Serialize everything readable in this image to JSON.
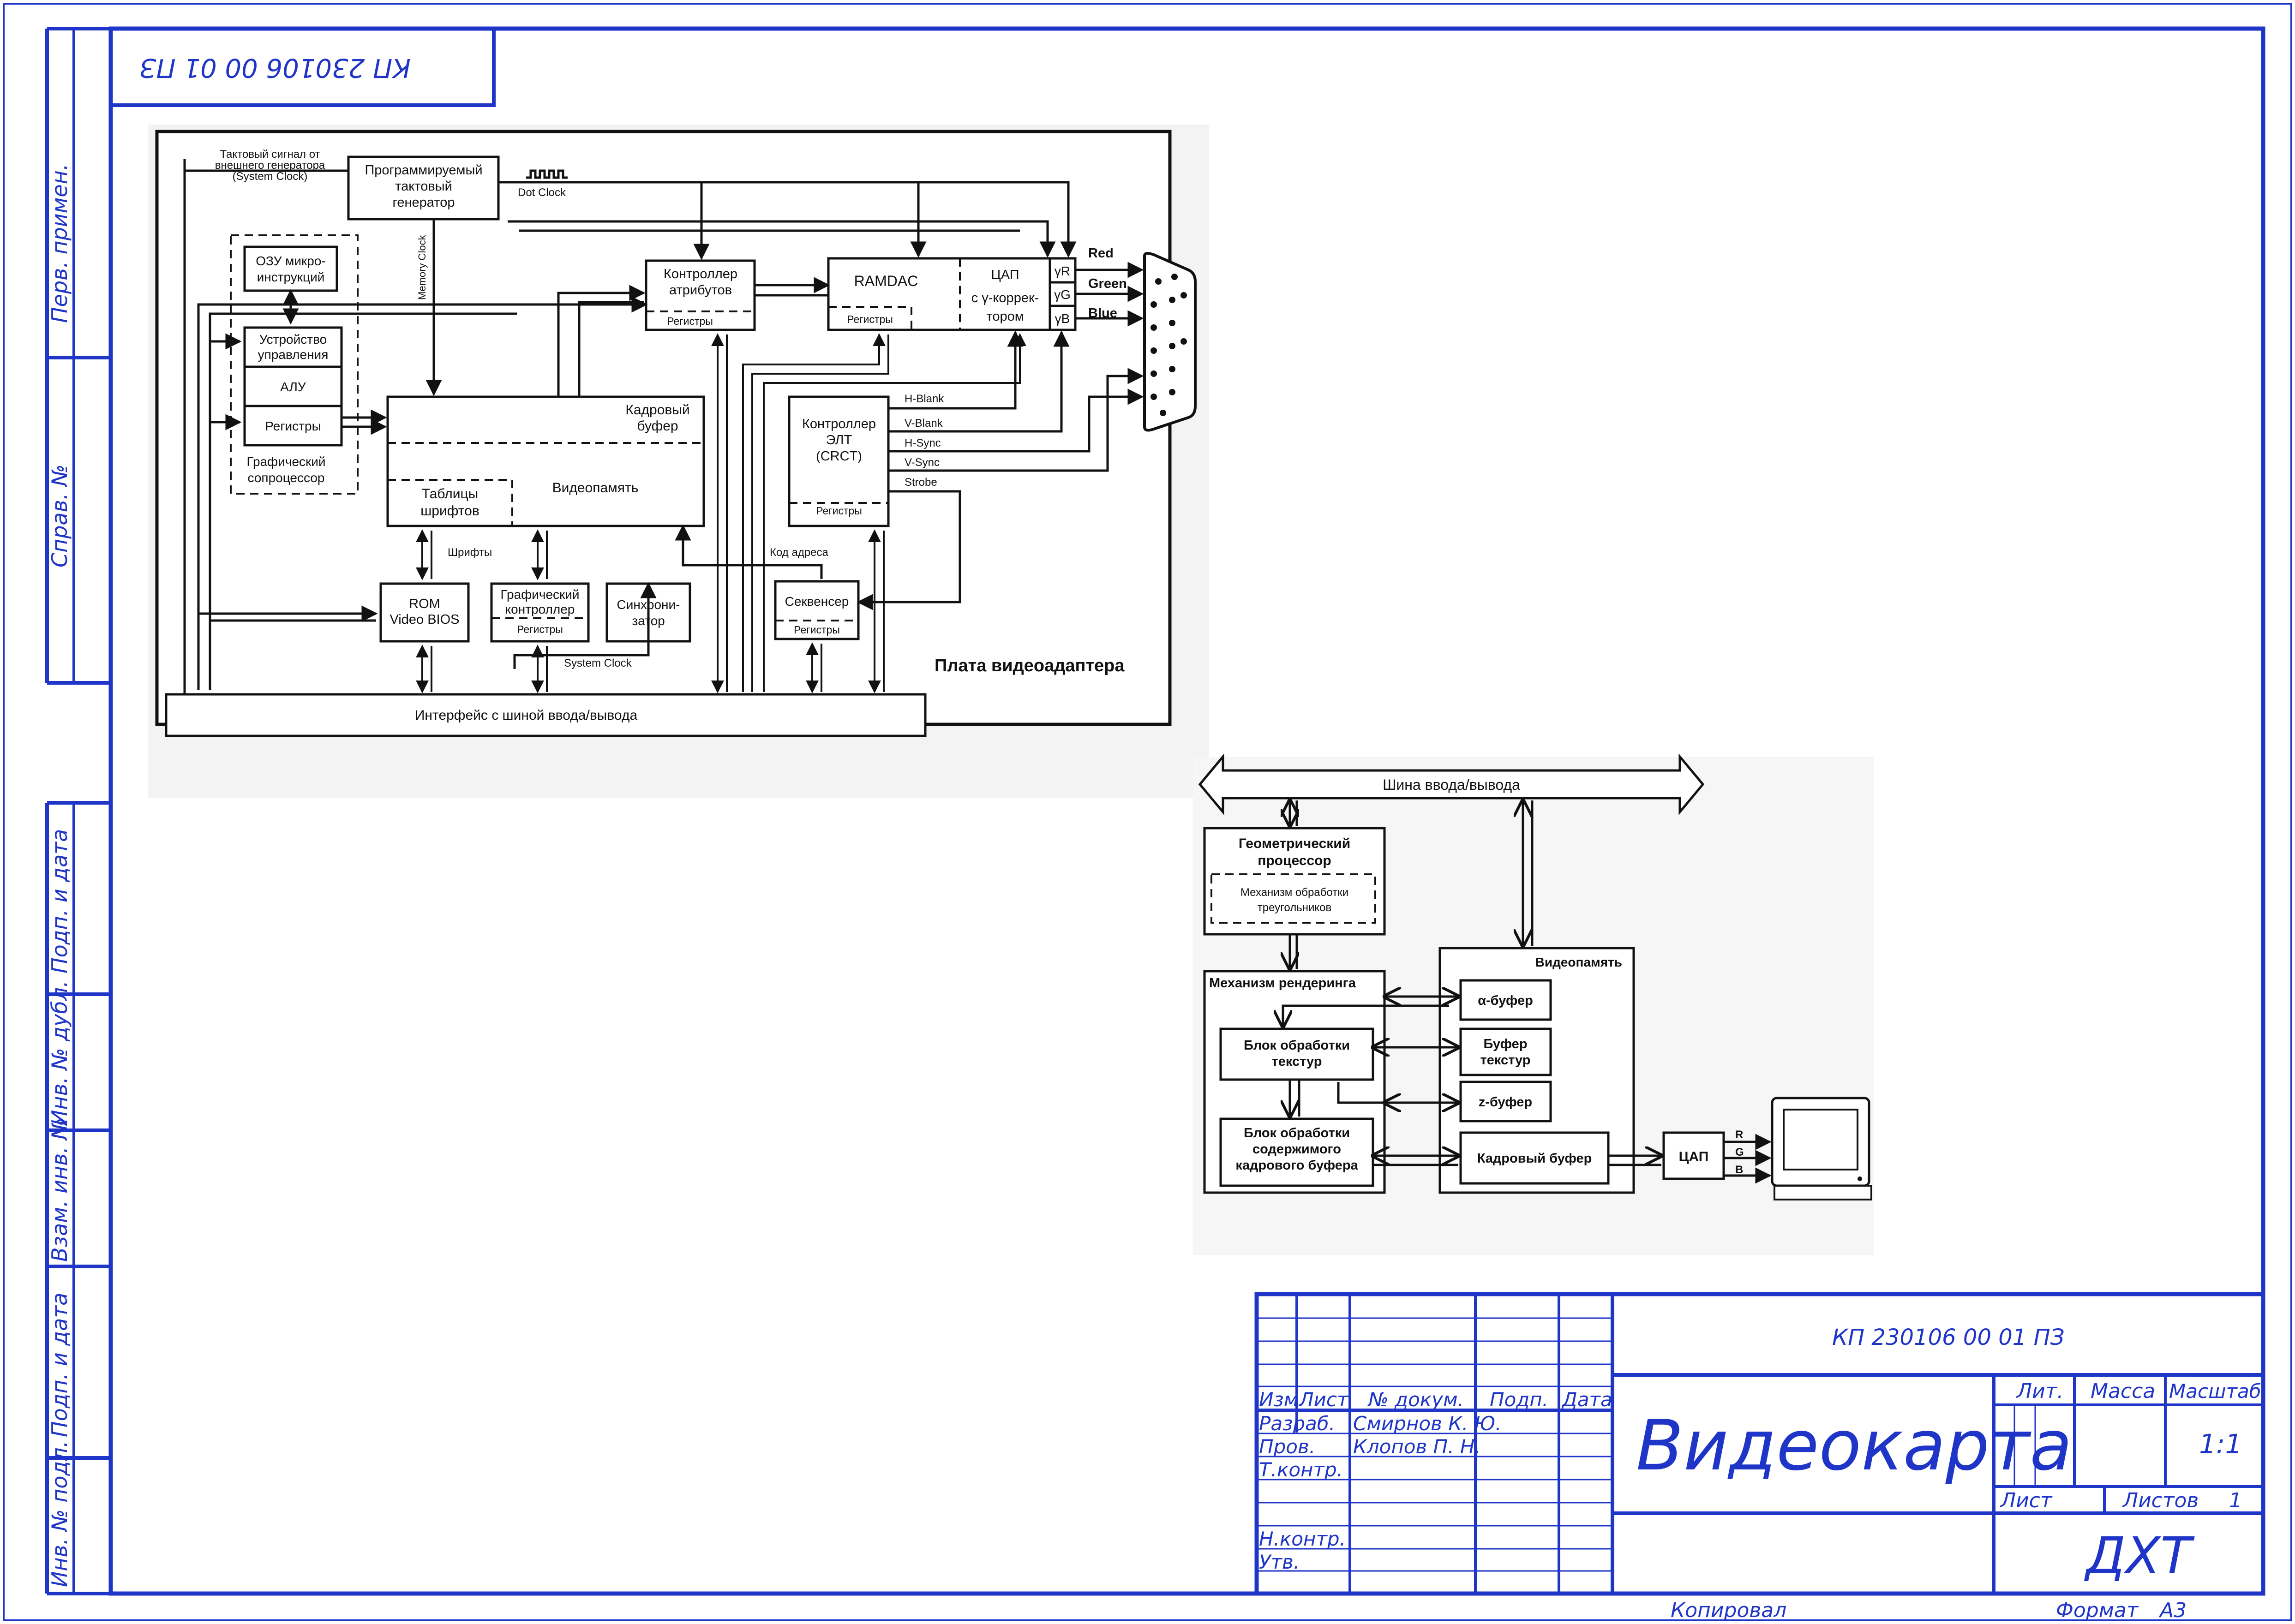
{
  "stamp": {
    "doc_code_rotated": "КП 230106 00 01 ПЗ",
    "doc_code": "КП 230106 00 01 ПЗ",
    "title": "Видеокарта",
    "org": "ДХТ",
    "headers": {
      "izm": "Изм.",
      "list": "Лист",
      "ndoc": "№ докум.",
      "podp": "Подп.",
      "data": "Дата"
    },
    "roles": {
      "razrab": "Разраб.",
      "prov": "Пров.",
      "tkontr": "Т.контр.",
      "nkontr": "Н.контр.",
      "utv": "Утв."
    },
    "names": {
      "razrab": "Смирнов К. Ю.",
      "prov": "Клопов П. Н."
    },
    "lit": "Лит.",
    "massa": "Масса",
    "masshtab": "Масштаб",
    "scale": "1:1",
    "sheet": "Лист",
    "sheets": "Листов",
    "sheets_count": "1",
    "kopiroval": "Копировал",
    "format": "Формат",
    "format_value": "А3"
  },
  "side_labels": {
    "perv": "Перв. примен.",
    "sprav": "Справ. №",
    "podp1": "Подп. и дата",
    "inv_dubl": "Инв. № дубл.",
    "vzam": "Взам. инв. №",
    "podp2": "Подп. и дата",
    "inv_podl": "Инв. № подл."
  },
  "diagram1": {
    "ext_clock": [
      "Тактовый сигнал от",
      "внешнего генератора",
      "(System Clock)"
    ],
    "prog_gen": [
      "Программируемый",
      "тактовый",
      "генератор"
    ],
    "dot_clock": "Dot Clock",
    "memory_clock": "Memory Clock",
    "ozu": [
      "ОЗУ микро-",
      "инструкций"
    ],
    "control_unit": [
      "Устройство",
      "управления"
    ],
    "alu": "АЛУ",
    "registers": "Регистры",
    "graph_coproc": [
      "Графический",
      "сопроцессор"
    ],
    "attr_ctrl": [
      "Контроллер",
      "атрибутов"
    ],
    "ramdac": "RAMDAC",
    "dac": [
      "ЦАП",
      "с γ-коррек-",
      "тором"
    ],
    "gamma": [
      "γR",
      "γG",
      "γB"
    ],
    "red": "Red",
    "green": "Green",
    "blue": "Blue",
    "frame_buffer": [
      "Кадровый",
      "буфер"
    ],
    "video_mem": "Видеопамять",
    "font_tables": [
      "Таблицы",
      "шрифтов"
    ],
    "crt_ctrl": [
      "Контроллер",
      "ЭЛТ",
      "(CRCT)"
    ],
    "h_blank": "H-Blank",
    "v_blank": "V-Blank",
    "h_sync": "H-Sync",
    "v_sync": "V-Sync",
    "strobe": "Strobe",
    "fonts": "Шрифты",
    "rom": [
      "ROM",
      "Video BIOS"
    ],
    "graph_ctrl": [
      "Графический",
      "контроллер"
    ],
    "sync": [
      "Синхрони-",
      "затор"
    ],
    "addr_code": "Код адреса",
    "sequencer": "Секвенсер",
    "system_clock": "System Clock",
    "board": "Плата видеоадаптера",
    "bus_interface": "Интерфейс с шиной ввода/вывода"
  },
  "diagram2": {
    "bus": "Шина ввода/вывода",
    "geom": [
      "Геометрический",
      "процессор"
    ],
    "triangles": [
      "Механизм обработки",
      "треугольников"
    ],
    "videomem": "Видеопамять",
    "render": "Механизм рендеринга",
    "alpha": "α-буфер",
    "tex_buf": [
      "Буфер",
      "текстур"
    ],
    "tex_block": [
      "Блок обработки",
      "текстур"
    ],
    "zbuf": "z-буфер",
    "fb_block": [
      "Блок обработки",
      "содержимого",
      "кадрового буфера"
    ],
    "frame_buf": "Кадровый буфер",
    "dac": "ЦАП",
    "rgb": [
      "R",
      "G",
      "B"
    ]
  }
}
